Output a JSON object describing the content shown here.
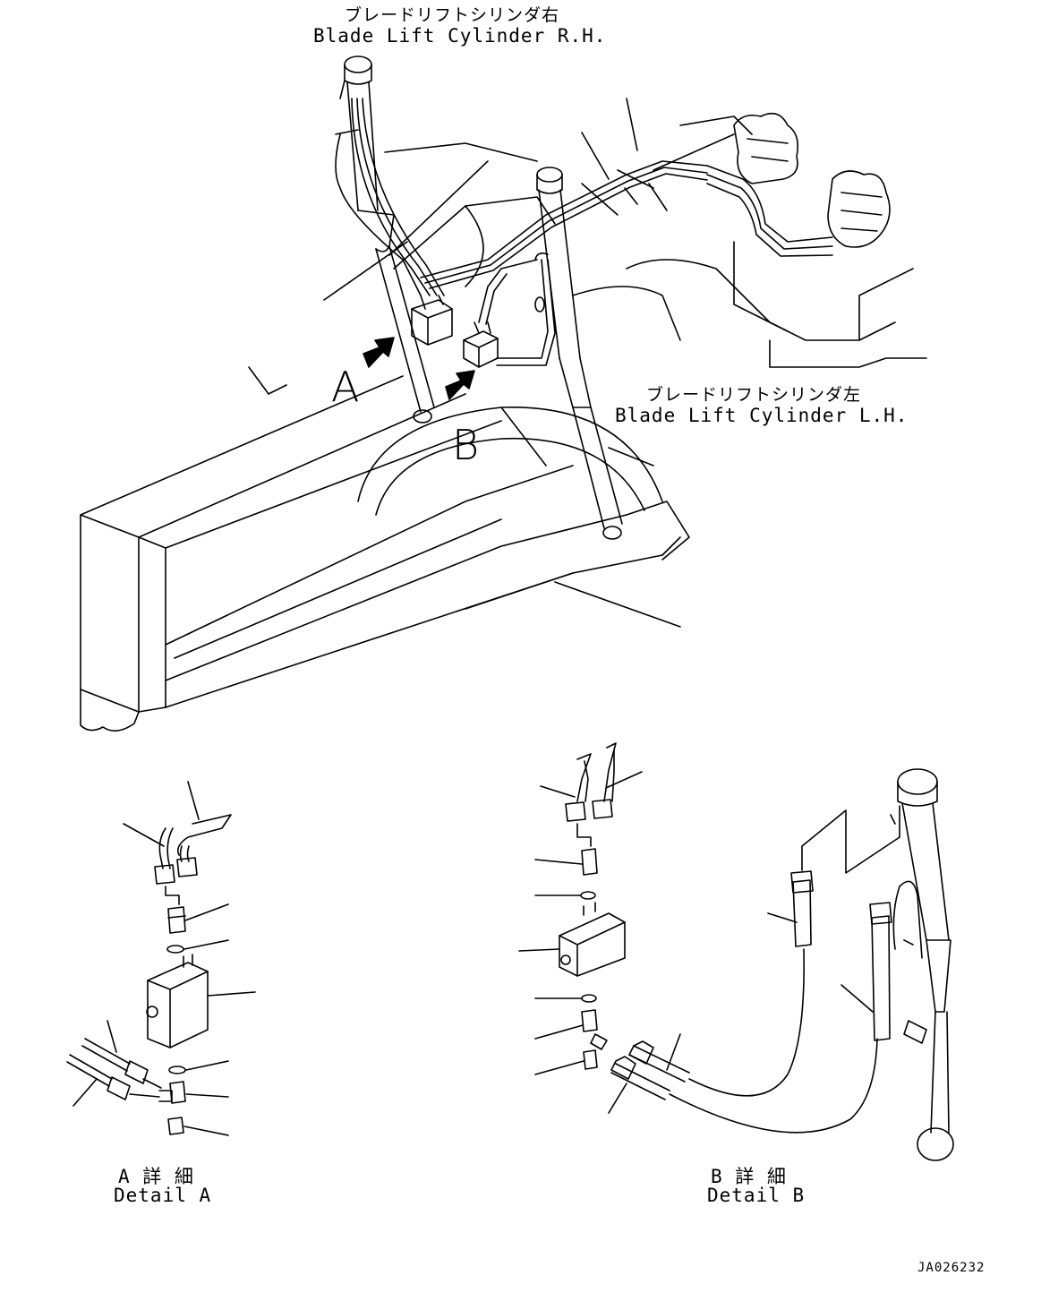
{
  "labels": {
    "rh_cylinder_jp": "ブレードリフトシリンダ右",
    "rh_cylinder_en": "Blade Lift Cylinder R.H.",
    "lh_cylinder_jp": "ブレードリフトシリンダ左",
    "lh_cylinder_en": "Blade Lift Cylinder L.H.",
    "view_a": "A",
    "view_b": "B",
    "detail_a_jp": "A 詳 細",
    "detail_a_en": "Detail A",
    "detail_b_jp": "B 詳 細",
    "detail_b_en": "Detail B",
    "drawing_code": "JA026232"
  }
}
